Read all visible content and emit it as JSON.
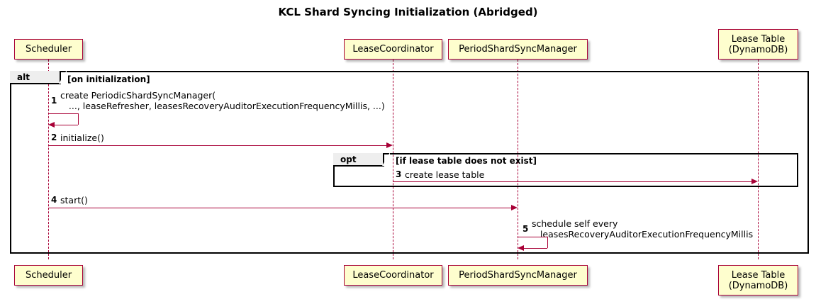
{
  "title": "KCL Shard Syncing Initialization (Abridged)",
  "participants": [
    {
      "id": "scheduler",
      "label": "Scheduler",
      "lines": [
        "Scheduler"
      ]
    },
    {
      "id": "leasecoordinator",
      "label": "LeaseCoordinator",
      "lines": [
        "LeaseCoordinator"
      ]
    },
    {
      "id": "periodshardsyncmanager",
      "label": "PeriodShardSyncManager",
      "lines": [
        "PeriodShardSyncManager"
      ]
    },
    {
      "id": "leasetable",
      "label": "Lease Table (DynamoDB)",
      "lines": [
        "Lease Table",
        "(DynamoDB)"
      ]
    }
  ],
  "fragments": [
    {
      "id": "alt",
      "type": "alt",
      "condition": "[on initialization]"
    },
    {
      "id": "opt",
      "type": "opt",
      "condition": "[if lease table does not exist]"
    }
  ],
  "messages": [
    {
      "number": "1",
      "from": "scheduler",
      "to": "scheduler",
      "self": true,
      "lines": [
        "create PeriodicShardSyncManager(",
        "   ..., leaseRefresher, leasesRecoveryAuditorExecutionFrequencyMillis, ...)"
      ]
    },
    {
      "number": "2",
      "from": "scheduler",
      "to": "leasecoordinator",
      "self": false,
      "lines": [
        "initialize()"
      ]
    },
    {
      "number": "3",
      "from": "leasecoordinator",
      "to": "leasetable",
      "self": false,
      "lines": [
        "create lease table"
      ]
    },
    {
      "number": "4",
      "from": "scheduler",
      "to": "periodshardsyncmanager",
      "self": false,
      "lines": [
        "start()"
      ]
    },
    {
      "number": "5",
      "from": "periodshardsyncmanager",
      "to": "periodshardsyncmanager",
      "self": true,
      "lines": [
        "schedule self every",
        "   leasesRecoveryAuditorExecutionFrequencyMillis"
      ]
    }
  ],
  "colors": {
    "participant_border": "#A80036",
    "participant_fill": "#FEFECE",
    "arrow": "#A80036",
    "fragment_border": "#000000",
    "fragment_label_fill": "#EEEEEE",
    "background": "#FFFFFF"
  }
}
